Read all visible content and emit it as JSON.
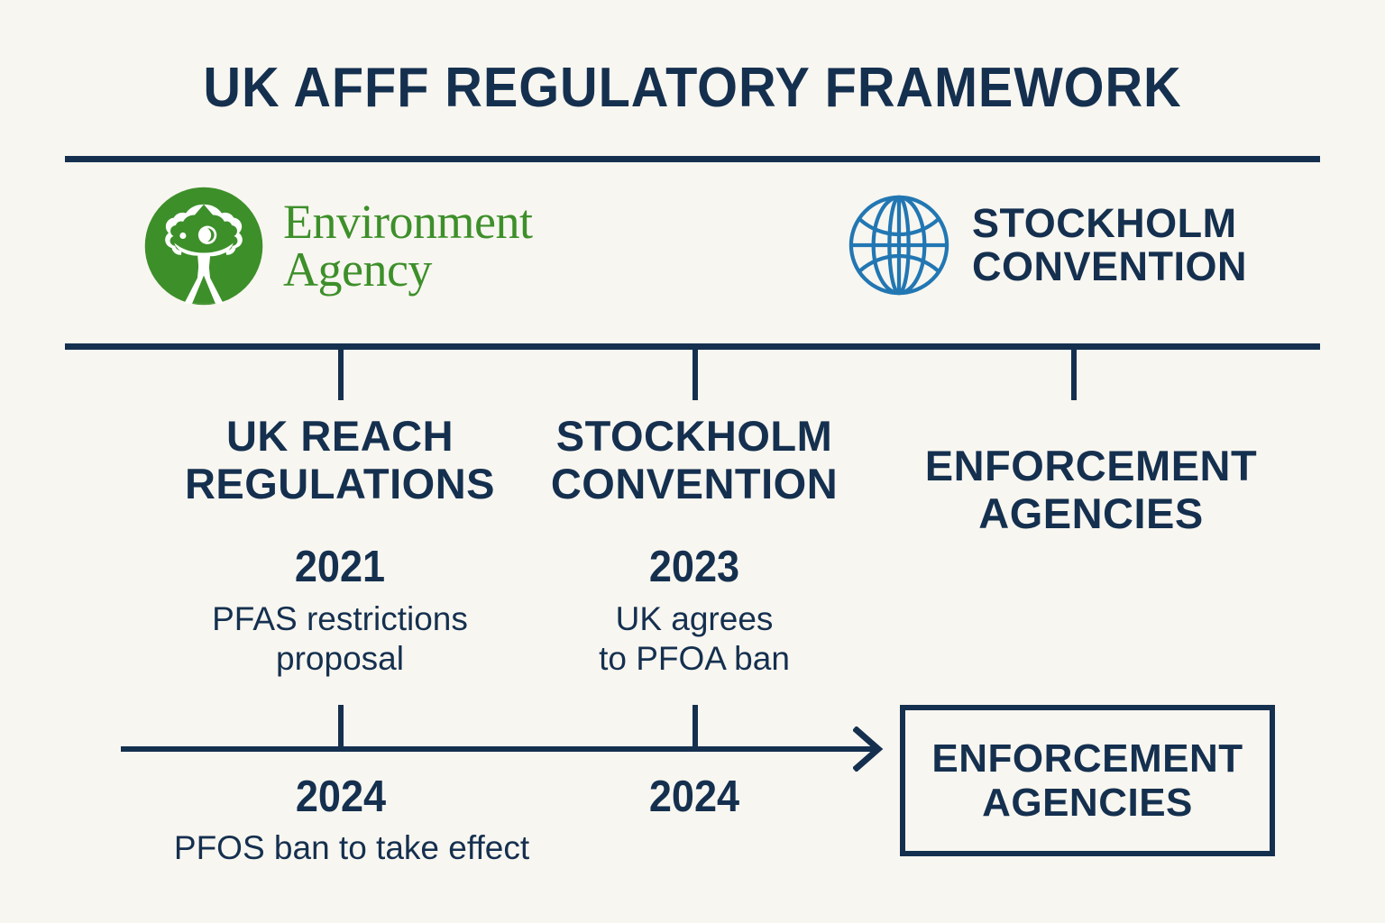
{
  "theme": {
    "background": "#f8f6f0",
    "navy": "#15304f",
    "ea_green": "#3d8f2a",
    "globe_blue": "#2277b3"
  },
  "header": {
    "title": "UK AFFF REGULATORY FRAMEWORK"
  },
  "logos": [
    {
      "name": "environment-agency",
      "icon": "tree-person-circle-icon",
      "line1": "Environment",
      "line2": "Agency",
      "color": "#3d8f2a"
    },
    {
      "name": "stockholm-convention",
      "icon": "globe-icon",
      "line1": "STOCKHOLM",
      "line2": "CONVENTION",
      "color": "#15304f"
    }
  ],
  "columns": [
    {
      "heading_line1": "UK REACH",
      "heading_line2": "REGULATIONS",
      "year": "2021",
      "detail_line1": "PFAS restrictions",
      "detail_line2": "proposal"
    },
    {
      "heading_line1": "STOCKHOLM",
      "heading_line2": "CONVENTION",
      "year": "2023",
      "detail_line1": "UK agrees",
      "detail_line2": "to PFOA ban"
    },
    {
      "heading_line1": "ENFORCEMENT",
      "heading_line2": "AGENCIES",
      "year": "",
      "detail_line1": "",
      "detail_line2": ""
    }
  ],
  "timeline": {
    "milestones": [
      {
        "year": "2024"
      },
      {
        "year": "2024"
      }
    ],
    "caption": "PFOS ban to take effect"
  },
  "enforcement_box": {
    "line1": "ENFORCEMENT",
    "line2": "AGENCIES"
  }
}
